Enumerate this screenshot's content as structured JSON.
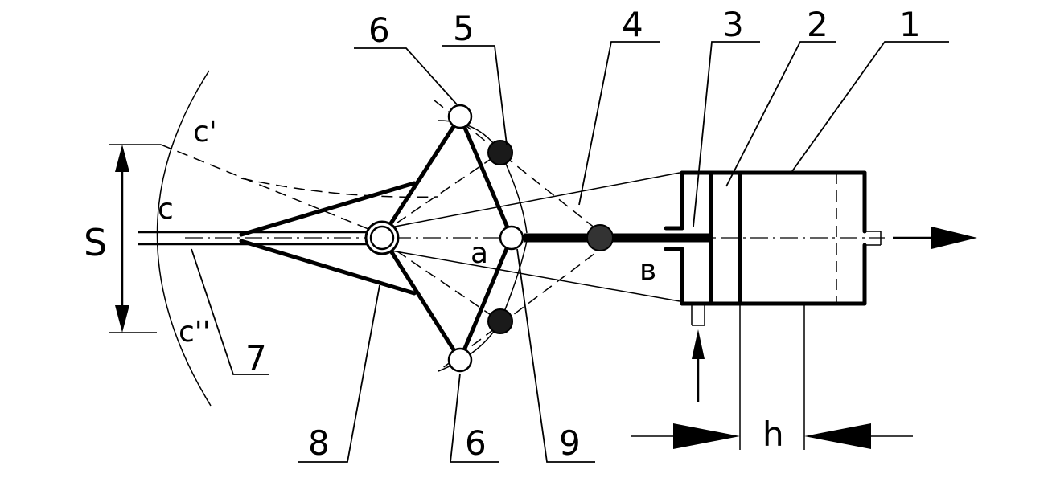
{
  "labels": {
    "n1": "1",
    "n2": "2",
    "n3": "3",
    "n4": "4",
    "n5": "5",
    "n6_top": "6",
    "n6_bottom": "6",
    "n7": "7",
    "n8": "8",
    "n9": "9",
    "s": "S",
    "h": "h",
    "c": "c",
    "c_prime": "c'",
    "c_double_prime": "c''",
    "a": "a",
    "b": "в"
  }
}
